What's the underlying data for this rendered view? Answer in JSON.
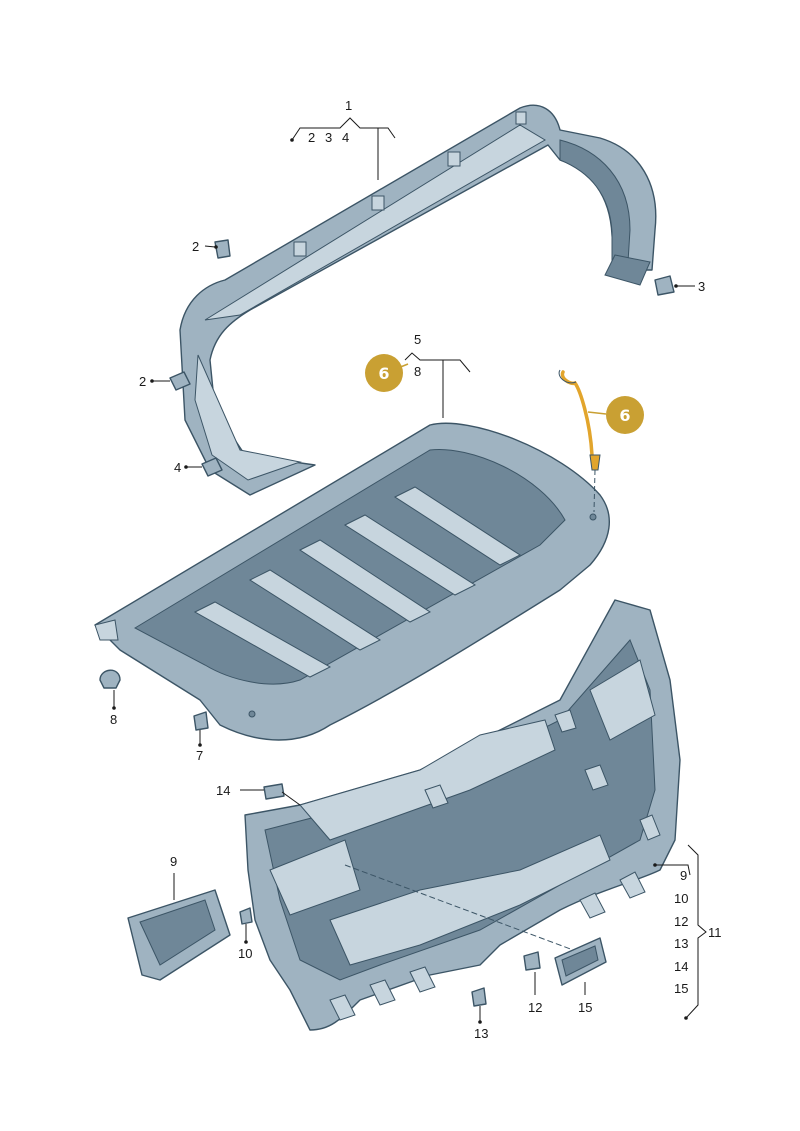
{
  "labels": {
    "l1": "1",
    "l1_sub2": "2",
    "l1_sub3": "3",
    "l1_sub4": "4",
    "l2a": "2",
    "l2b": "2",
    "l3": "3",
    "l4": "4",
    "l5": "5",
    "l5_sub8": "8",
    "l8": "8",
    "l7": "7",
    "l14": "14",
    "l9_left": "9",
    "l10_left": "10",
    "l12": "12",
    "l13": "13",
    "l15": "15",
    "r9": "9",
    "r10": "10",
    "r12": "12",
    "r13": "13",
    "r14": "14",
    "r15": "15",
    "r11": "11"
  },
  "badges": {
    "badge_left": "6",
    "badge_right": "6"
  },
  "colors": {
    "part_fill": "#9fb3c1",
    "part_dark": "#6f8798",
    "part_light": "#c7d5de",
    "badge": "#c9a033",
    "highlight": "#e2a52c"
  }
}
